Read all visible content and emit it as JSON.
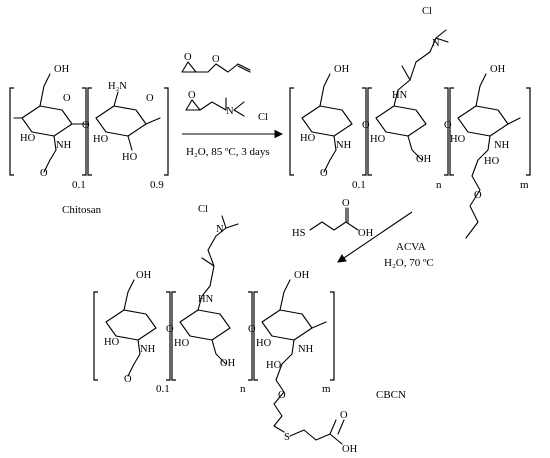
{
  "reactant_label": "Chitosan",
  "product_label": "CBCN",
  "step1_conditions": "H₂O, 85 ºC, 3 days",
  "step2_initiator": "ACVA",
  "step2_conditions": "H₂O, 70 ºC",
  "chitosan_fractions": {
    "acetylated": "0.1",
    "deacetylated": "0.9"
  },
  "intermediate_subscripts": {
    "acetylated": "0.1",
    "quaternized": "n",
    "allyl": "m"
  },
  "product_subscripts": {
    "acetylated": "0.1",
    "quaternized": "n",
    "thiol_ene": "m"
  },
  "counterion": "Cl",
  "atoms": {
    "OH": "OH",
    "HO": "HO",
    "NH": "NH",
    "HN": "HN",
    "NH2": "H₂N",
    "O": "O",
    "N": "N",
    "S": "S",
    "HS": "HS",
    "OH_acid": "OH"
  }
}
